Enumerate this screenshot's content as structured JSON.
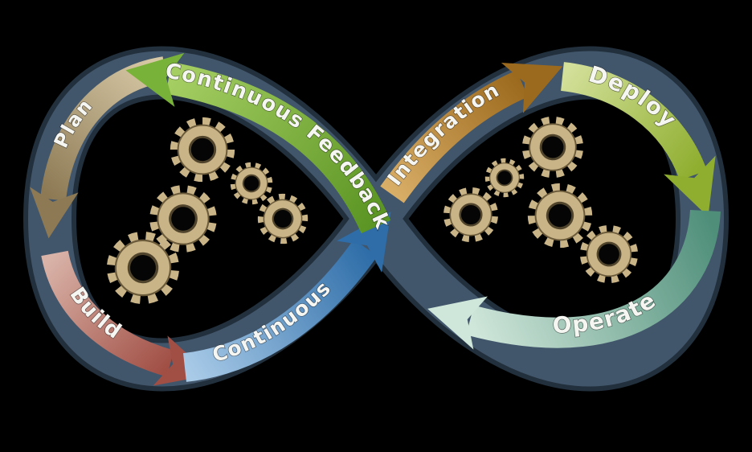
{
  "labels": {
    "plan": "Plan",
    "build": "Build",
    "continuous": "Continuous",
    "integration": "Integration",
    "feedback": "Continuous Feedback",
    "deploy": "Deploy",
    "operate": "Operate"
  },
  "colors": {
    "background": "#000000",
    "loop": "#42566b",
    "loop_outline": "#22303d",
    "plan_light": "#d8c9a6",
    "plan_dark": "#8d7a55",
    "build_light": "#d9b3a8",
    "build_dark": "#a14f45",
    "continuous_light": "#a9cbe8",
    "continuous_dark": "#2e6da8",
    "integration_light": "#d9ae67",
    "integration_dark": "#9c6a1e",
    "feedback_light": "#a6cf63",
    "feedback_dark": "#5a9422",
    "feedback_head": "#79b238",
    "deploy_light": "#d3e09a",
    "deploy_dark": "#8fae2f",
    "operate_light": "#cfe6da",
    "operate_dark": "#4f8f7a",
    "gear": "#c9b488"
  }
}
